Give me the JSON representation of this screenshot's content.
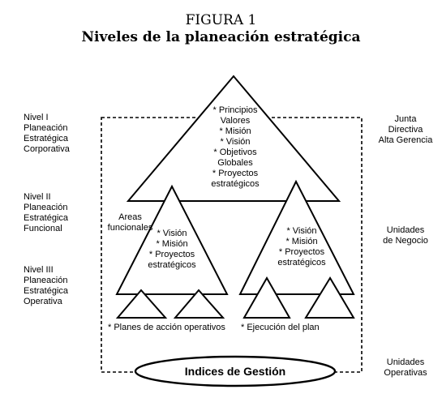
{
  "figure": {
    "number": "FIGURA 1",
    "title": "Niveles de la planeación estratégica"
  },
  "left_levels": [
    {
      "text": "Nivel I\nPlaneación\nEstratégica\nCorporativa"
    },
    {
      "text": "Nivel II\nPlaneación\nEstratégica\nFuncional"
    },
    {
      "text": "Nivel III\nPlaneación\nEstratégica\nOperativa"
    }
  ],
  "right_labels": [
    {
      "text": "Junta\nDirectiva\nAlta Gerencia"
    },
    {
      "text": "Unidades\nde Negocio"
    },
    {
      "text": "Unidades\nOperativas"
    }
  ],
  "top_triangle": {
    "text": "* Principios\nValores\n* Misión\n* Visión\n* Objetivos\nGlobales\n* Proyectos\nestratégicos"
  },
  "left_triangle": {
    "side_label": "Areas\nfuncionales",
    "text": "* Visión\n* Misión\n* Proyectos\nestratégicos"
  },
  "right_triangle": {
    "text": "* Visión\n* Misión\n* Proyectos\nestratégicos"
  },
  "bottom_labels": {
    "left": "* Planes de acción operativos",
    "right": "* Ejecución del plan"
  },
  "gestion": {
    "text": "Indices de Gestión"
  },
  "colors": {
    "stroke": "#000000",
    "background": "#ffffff"
  }
}
